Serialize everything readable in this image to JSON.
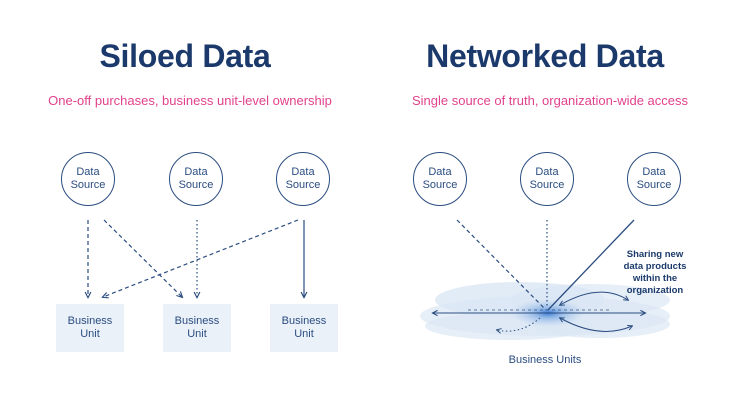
{
  "left": {
    "title": "Siloed Data",
    "subtitle": "One-off purchases, business unit-level ownership",
    "sources": [
      "Data\nSource",
      "Data\nSource",
      "Data\nSource"
    ],
    "units": [
      "Business\nUnit",
      "Business\nUnit",
      "Business\nUnit"
    ]
  },
  "right": {
    "title": "Networked Data",
    "subtitle": "Single source of truth, organization-wide access",
    "sources": [
      "Data\nSource",
      "Data\nSource",
      "Data\nSource"
    ],
    "units_label": "Business Units",
    "annotation": "Sharing new\ndata products\nwithin the\norganization"
  },
  "colors": {
    "navy": "#1b3a6b",
    "accent": "#e0428c",
    "line": "#2b4d80",
    "unit_fill": "#eaf1f9",
    "glow": "#3d7fd1"
  }
}
